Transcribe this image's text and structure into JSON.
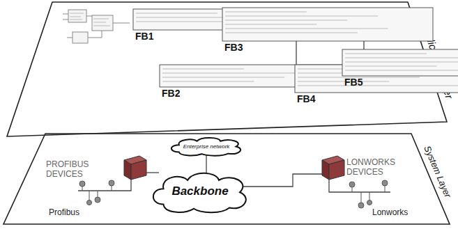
{
  "diagram": {
    "nodes": [
      {
        "text": [
          "Application Layer"
        ]
      },
      {
        "text": [
          "FB1"
        ],
        "in": 0
      },
      {
        "text": [
          "FB2"
        ],
        "in": 0
      },
      {
        "text": [
          "FB3"
        ],
        "in": 0
      },
      {
        "text": [
          "FB4"
        ],
        "in": 0
      },
      {
        "text": [
          "FB5"
        ],
        "in": 0
      },
      {
        "text": [
          "System Layer"
        ]
      },
      {
        "text": [
          "Enterprise network"
        ],
        "in": 6
      },
      {
        "text": [
          "Backbone"
        ],
        "in": 6
      }
    ],
    "edges": [
      {
        "from": 1,
        "to": 3,
        "arrow": "none"
      },
      {
        "from": 2,
        "to": 3,
        "arrow": "none"
      },
      {
        "from": 3,
        "to": 4,
        "arrow": "none"
      },
      {
        "from": 4,
        "to": 5,
        "arrow": "none"
      },
      {
        "from": 7,
        "to": 8,
        "arrow": "none"
      }
    ],
    "labels": [
      "PROFIBUS DEVICES",
      "Profibus",
      "LONWORKS DEVICES",
      "Lonworks"
    ]
  }
}
